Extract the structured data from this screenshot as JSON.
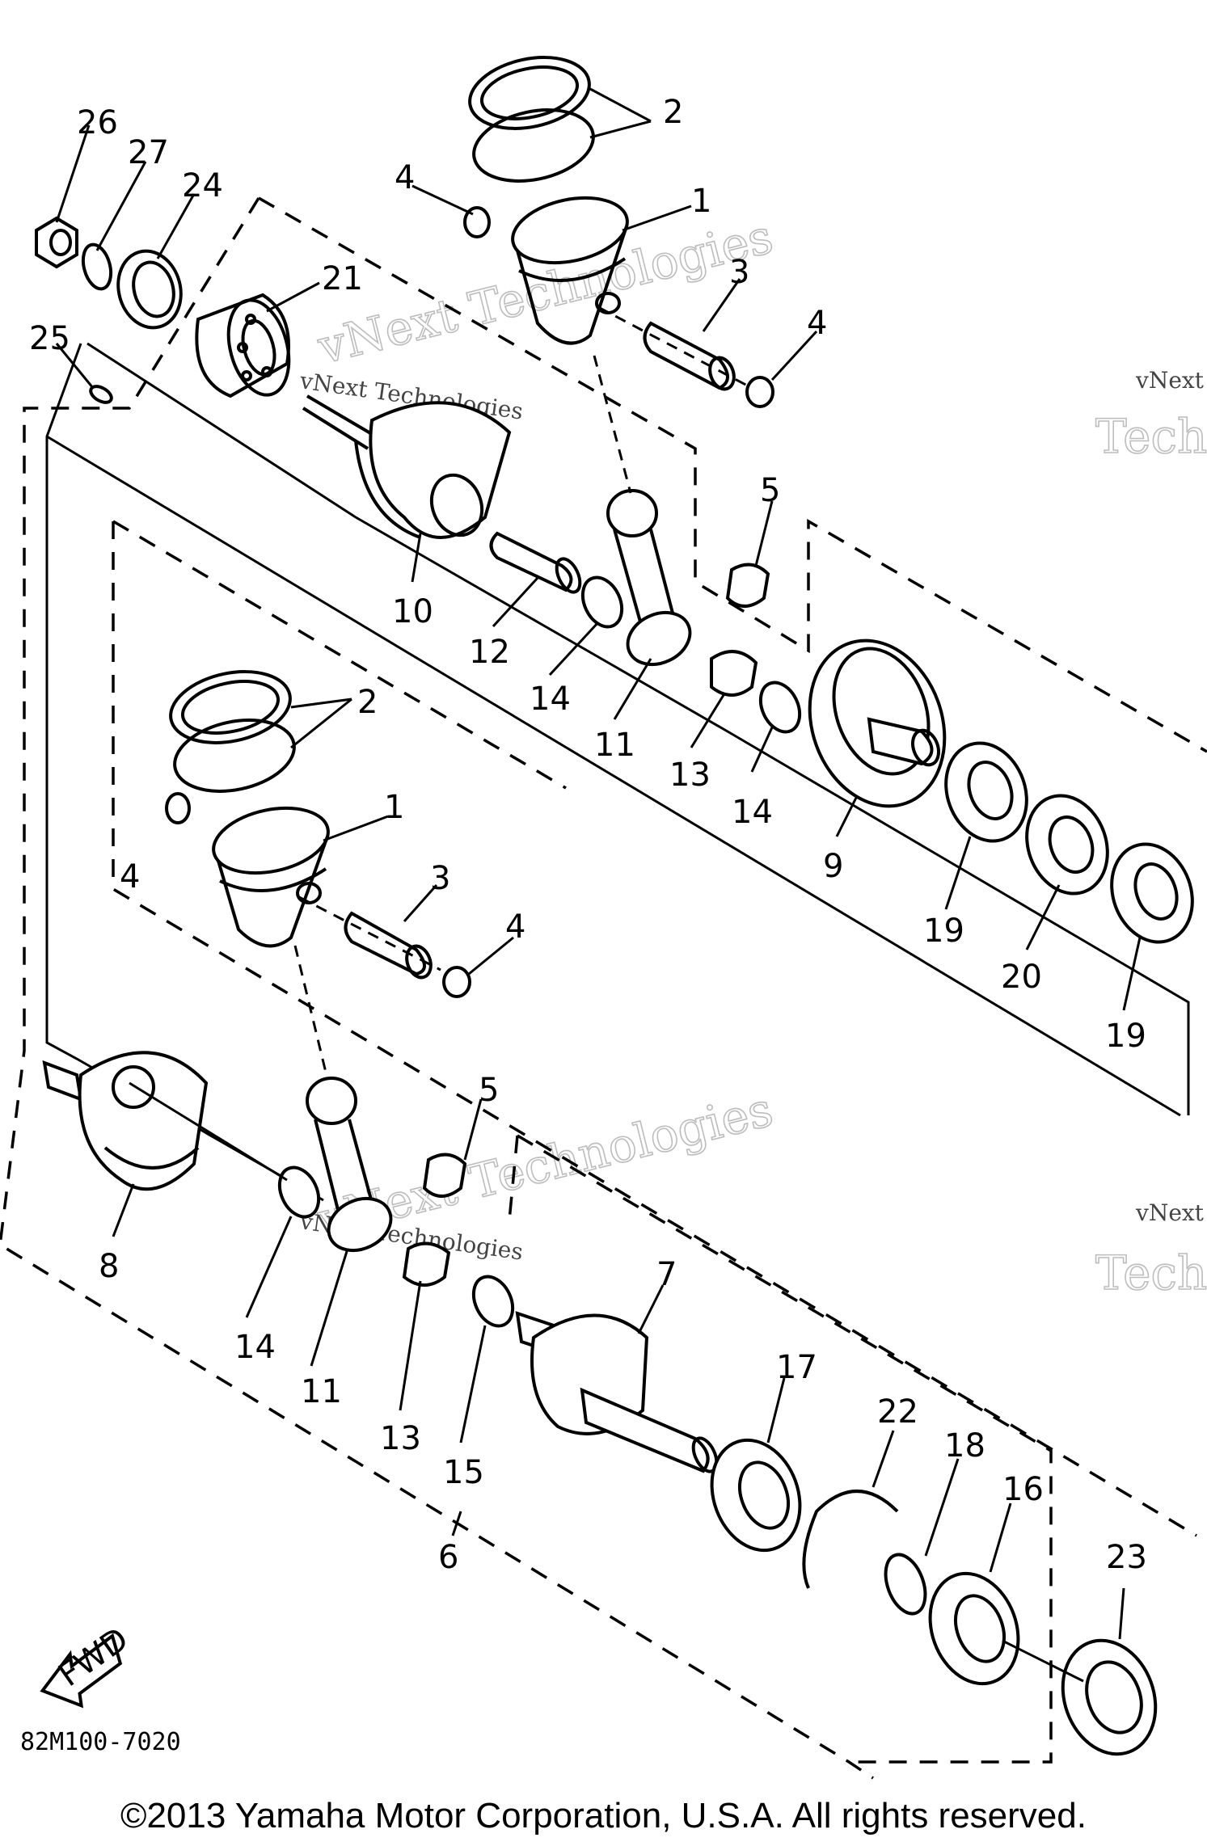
{
  "diagram": {
    "code": "82M100-7020",
    "fwd_label": "FWD",
    "callouts": [
      {
        "id": "c2a",
        "label": "2"
      },
      {
        "id": "c1a",
        "label": "1"
      },
      {
        "id": "c4a",
        "label": "4"
      },
      {
        "id": "c3a",
        "label": "3"
      },
      {
        "id": "c4b",
        "label": "4"
      },
      {
        "id": "c26",
        "label": "26"
      },
      {
        "id": "c27",
        "label": "27"
      },
      {
        "id": "c24",
        "label": "24"
      },
      {
        "id": "c21",
        "label": "21"
      },
      {
        "id": "c25",
        "label": "25"
      },
      {
        "id": "c5a",
        "label": "5"
      },
      {
        "id": "c10",
        "label": "10"
      },
      {
        "id": "c12",
        "label": "12"
      },
      {
        "id": "c14a",
        "label": "14"
      },
      {
        "id": "c11a",
        "label": "11"
      },
      {
        "id": "c13a",
        "label": "13"
      },
      {
        "id": "c14b",
        "label": "14"
      },
      {
        "id": "c9",
        "label": "9"
      },
      {
        "id": "c19a",
        "label": "19"
      },
      {
        "id": "c20",
        "label": "20"
      },
      {
        "id": "c19b",
        "label": "19"
      },
      {
        "id": "c2b",
        "label": "2"
      },
      {
        "id": "c1b",
        "label": "1"
      },
      {
        "id": "c4c",
        "label": "4"
      },
      {
        "id": "c3b",
        "label": "3"
      },
      {
        "id": "c4d",
        "label": "4"
      },
      {
        "id": "c5b",
        "label": "5"
      },
      {
        "id": "c8",
        "label": "8"
      },
      {
        "id": "c14c",
        "label": "14"
      },
      {
        "id": "c11b",
        "label": "11"
      },
      {
        "id": "c13b",
        "label": "13"
      },
      {
        "id": "c15",
        "label": "15"
      },
      {
        "id": "c7",
        "label": "7"
      },
      {
        "id": "c17",
        "label": "17"
      },
      {
        "id": "c22",
        "label": "22"
      },
      {
        "id": "c18",
        "label": "18"
      },
      {
        "id": "c16",
        "label": "16"
      },
      {
        "id": "c6",
        "label": "6"
      },
      {
        "id": "c23",
        "label": "23"
      }
    ]
  },
  "watermark": {
    "large": "vNext Technologies",
    "small": "vNext Technologies",
    "edge_small": "vNext",
    "edge_large": "Techn"
  },
  "copyright": "©2013 Yamaha Motor Corporation, U.S.A. All rights reserved."
}
